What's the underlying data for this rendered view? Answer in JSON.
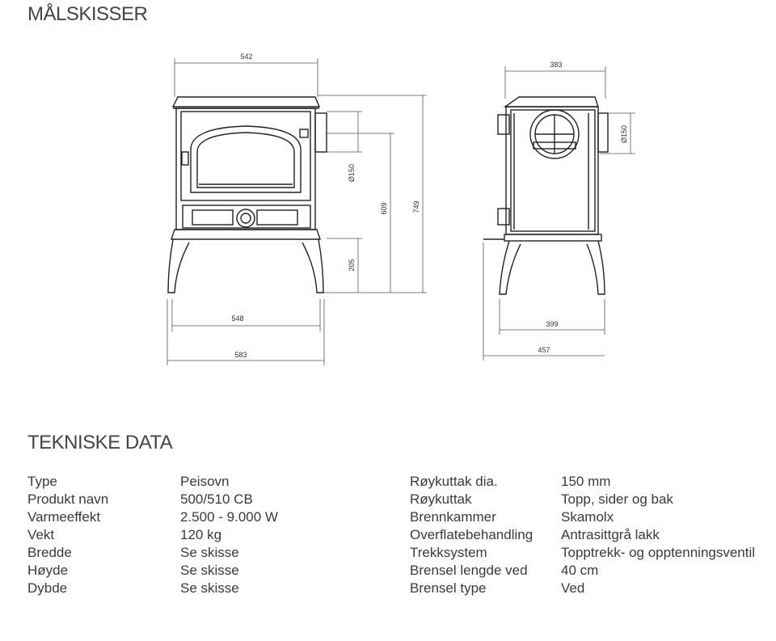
{
  "headings": {
    "sketch": "MÅLSKISSER",
    "specs": "TEKNISKE DATA"
  },
  "dimensions": {
    "front_top_width": "542",
    "front_leg_width": "548",
    "front_total_width": "583",
    "flue_diameter_front": "Ø150",
    "height_total": "749",
    "height_flue": "609",
    "height_legs": "205",
    "side_top_depth": "383",
    "flue_diameter_side": "Ø150",
    "side_leg_depth": "399",
    "side_total_depth": "457"
  },
  "specs": {
    "left": [
      {
        "label": "Type",
        "value": "Peisovn"
      },
      {
        "label": "Produkt navn",
        "value": "500/510 CB"
      },
      {
        "label": "Varmeeffekt",
        "value": "2.500 - 9.000 W"
      },
      {
        "label": "Vekt",
        "value": "120 kg"
      },
      {
        "label": "Bredde",
        "value": "Se skisse"
      },
      {
        "label": "Høyde",
        "value": "Se skisse"
      },
      {
        "label": "Dybde",
        "value": "Se skisse"
      }
    ],
    "right": [
      {
        "label": "Røykuttak dia.",
        "value": "150 mm"
      },
      {
        "label": "Røykuttak",
        "value": "Topp, sider og bak"
      },
      {
        "label": "Brennkammer",
        "value": "Skamolx"
      },
      {
        "label": "Overflatebehandling",
        "value": "Antrasittgrå lakk"
      },
      {
        "label": "Trekksystem",
        "value": "Topptrekk- og opptenningsventil"
      },
      {
        "label": "Brensel lengde ved",
        "value": "40 cm"
      },
      {
        "label": "Brensel type",
        "value": "Ved"
      }
    ]
  },
  "colors": {
    "line": "#222222",
    "dim_line": "#555555",
    "text": "#3a3a3a"
  }
}
